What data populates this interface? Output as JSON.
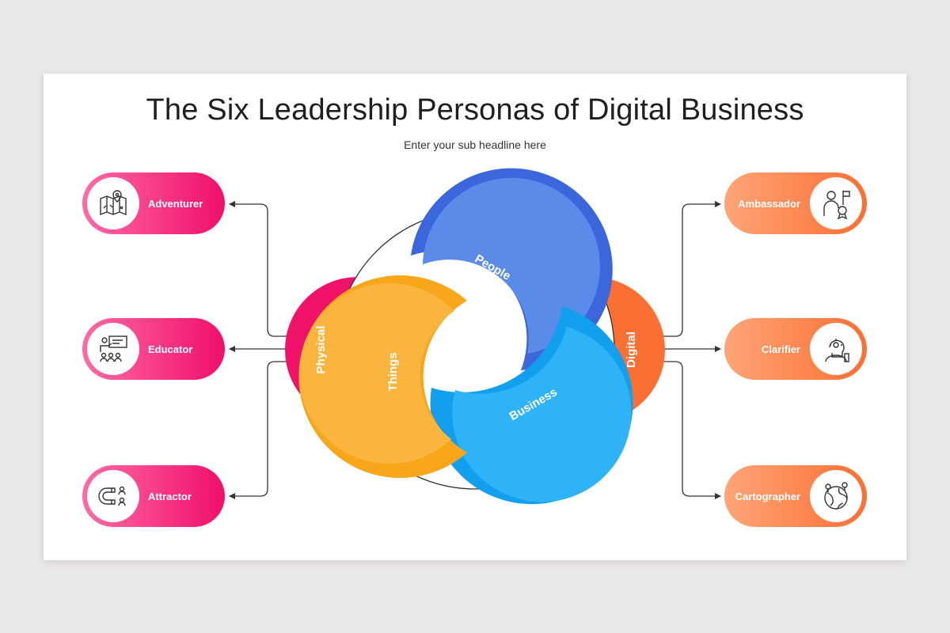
{
  "title": "The Six Leadership Personas of Digital Business",
  "subtitle": "Enter your sub headline here",
  "hub": {
    "left_label": "Physical",
    "right_label": "Digital",
    "segments": [
      "People",
      "Things",
      "Business"
    ]
  },
  "left_personas": [
    {
      "label": "Adventurer",
      "icon": "map-pin-icon"
    },
    {
      "label": "Educator",
      "icon": "teacher-board-icon"
    },
    {
      "label": "Attractor",
      "icon": "magnet-people-icon"
    }
  ],
  "right_personas": [
    {
      "label": "Ambassador",
      "icon": "flag-person-icon"
    },
    {
      "label": "Clarifier",
      "icon": "thinking-person-icon"
    },
    {
      "label": "Cartographer",
      "icon": "globe-pin-icon"
    }
  ],
  "colors": {
    "pink": "#f00f6a",
    "orange": "#fb6f33",
    "people": "#3d6fe0",
    "things": "#fbaa1e",
    "business": "#21a8f5"
  }
}
